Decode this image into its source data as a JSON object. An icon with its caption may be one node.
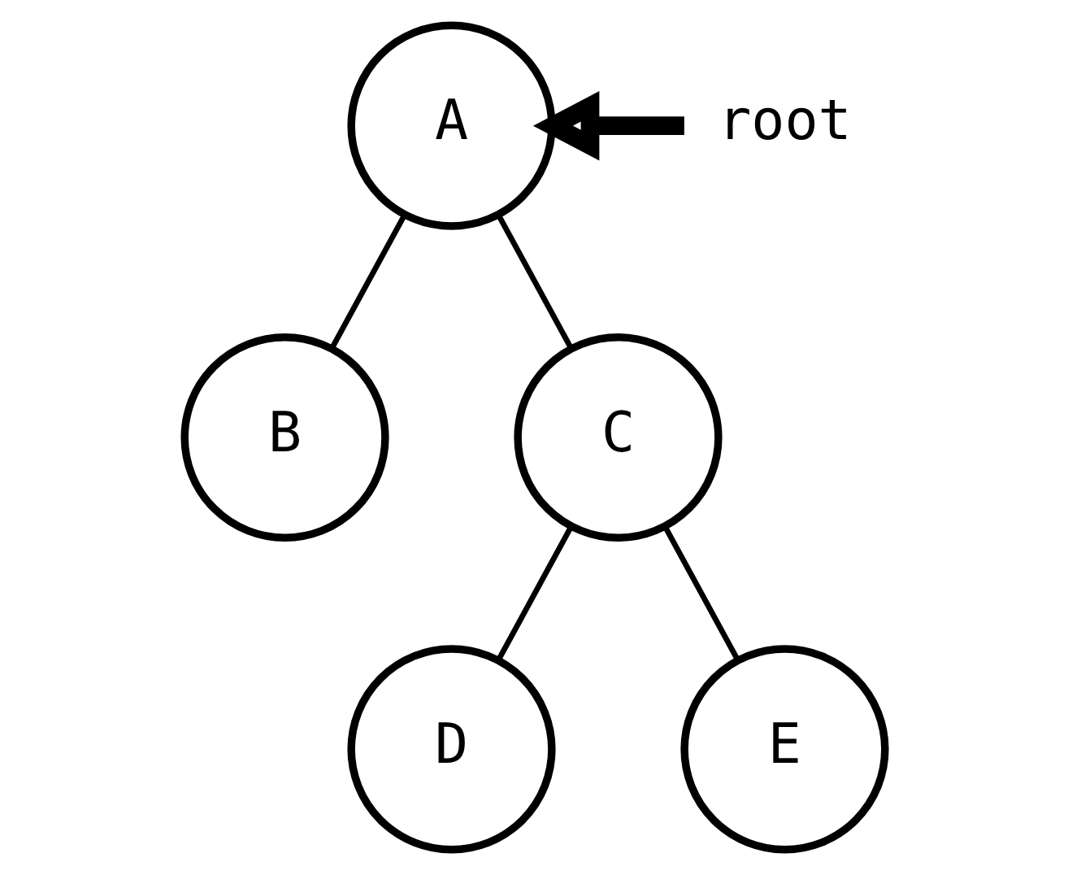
{
  "diagram": {
    "nodes": [
      {
        "text": [
          "A"
        ]
      },
      {
        "text": [
          "root"
        ]
      },
      {
        "text": [
          "B"
        ]
      },
      {
        "text": [
          "C"
        ]
      },
      {
        "text": [
          "D"
        ]
      },
      {
        "text": [
          "E"
        ]
      }
    ],
    "edges": [
      {
        "from": 1,
        "to": 0,
        "arrow": "to",
        "style": "thick"
      },
      {
        "from": 0,
        "to": 2,
        "arrow": "none"
      },
      {
        "from": 0,
        "to": 3,
        "arrow": "none"
      },
      {
        "from": 3,
        "to": 4,
        "arrow": "none"
      },
      {
        "from": 3,
        "to": 5,
        "arrow": "none"
      }
    ]
  }
}
